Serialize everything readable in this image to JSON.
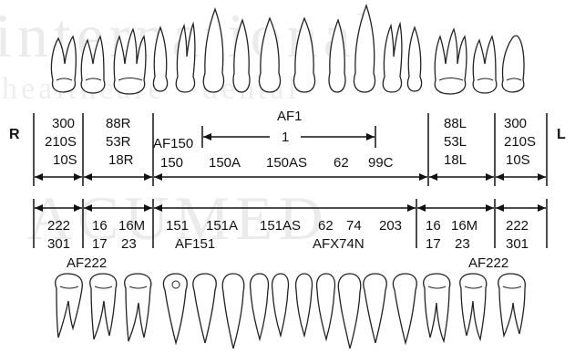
{
  "watermark": {
    "line1": "international",
    "line2": "healthcare · dental",
    "line3": "ACUMED"
  },
  "sides": {
    "right": "R",
    "left": "L"
  },
  "upper_arch": {
    "right_molar_group": [
      "300",
      "210S",
      "10S"
    ],
    "right_premolar_group": [
      "88R",
      "53R",
      "18R"
    ],
    "left_premolar_group": [
      "88L",
      "53L",
      "18L"
    ],
    "left_molar_group": [
      "300",
      "210S",
      "10S"
    ],
    "anterior_af": "AF150",
    "anterior_span_label_top": "AF1",
    "anterior_span_label_mid": "1",
    "anterior_codes": [
      "150",
      "150A",
      "150AS",
      "62",
      "99C"
    ]
  },
  "lower_arch": {
    "right_molar_group": [
      "222",
      "301"
    ],
    "right_molar_af": "AF222",
    "right_premolar_top": [
      "16",
      "16M"
    ],
    "right_premolar_bottom": [
      "17",
      "23"
    ],
    "anterior_codes": [
      "151",
      "151A",
      "151AS",
      "62",
      "74",
      "203"
    ],
    "anterior_af_left": "AF151",
    "anterior_af_right": "AFX74N",
    "left_premolar_top": [
      "16",
      "16M"
    ],
    "left_premolar_bottom": [
      "17",
      "23"
    ],
    "left_molar_group": [
      "222",
      "301"
    ],
    "left_molar_af": "AF222"
  }
}
